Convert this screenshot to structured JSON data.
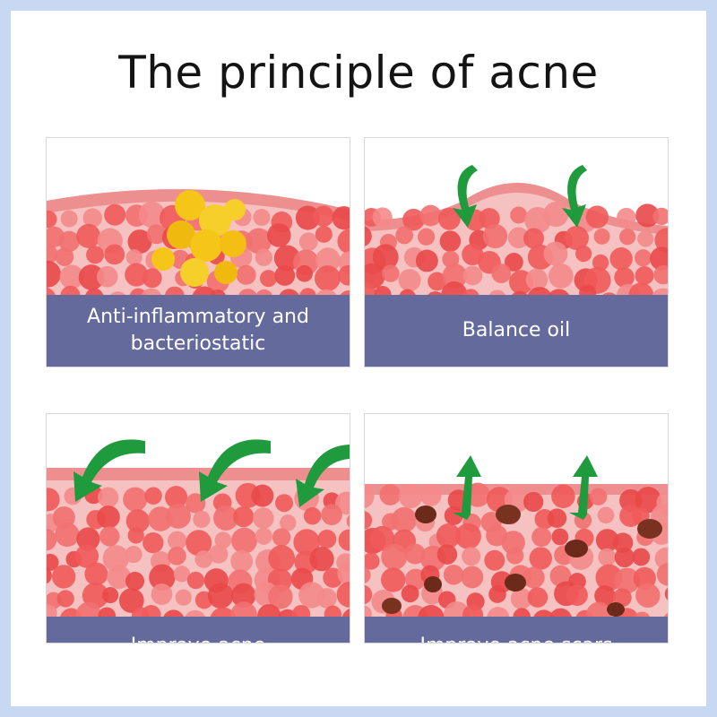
{
  "title": "The principle of acne",
  "colors": {
    "page_border": "#c9d8f2",
    "caption_band": "#646a9c",
    "skin_cell": "#ef5a5a",
    "skin_surface": "#f2a6a6",
    "sebum": "#f5c518",
    "arrow": "#1f9a3c",
    "scar": "#6b2a1a"
  },
  "panels": [
    {
      "caption_line1": "Anti-inflammatory and",
      "caption_line2": "bacteriostatic",
      "icon": "sebum-clump-icon"
    },
    {
      "caption_line1": "Balance oil",
      "caption_line2": "",
      "icon": "curved-arrows-down-icon"
    },
    {
      "caption_line1": "Improve acne",
      "caption_line2": "",
      "icon": "curved-arrows-in-icon"
    },
    {
      "caption_line1": "Improve acne scars",
      "caption_line2": "",
      "icon": "double-arrows-icon"
    }
  ]
}
